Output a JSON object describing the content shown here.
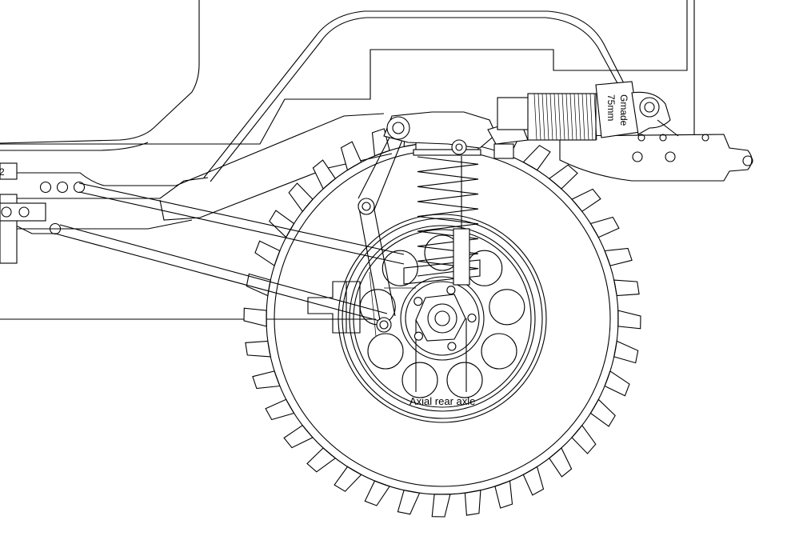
{
  "labels": {
    "shock_brand": "Gmade",
    "shock_length": "75mm",
    "axle": "Axial rear axle",
    "edge_mark": "2"
  },
  "colors": {
    "line": "#000000",
    "background": "#ffffff"
  }
}
